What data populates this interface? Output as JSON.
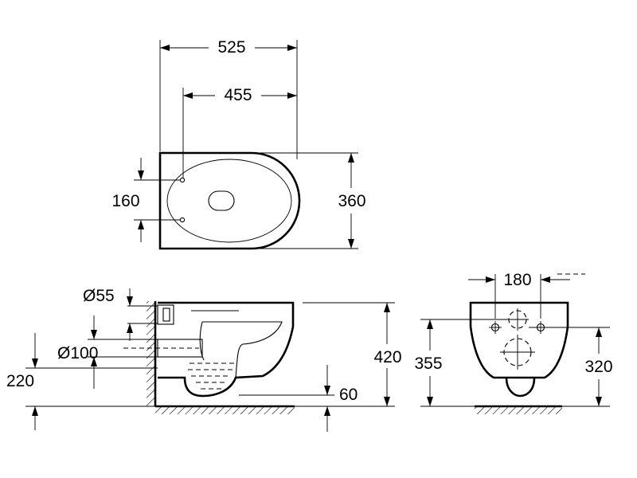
{
  "top_view": {
    "overall_length": "525",
    "hole_to_front": "455",
    "mounting_hole_spacing": "160",
    "width": "360"
  },
  "side_view": {
    "inlet_diameter": "Ø55",
    "outlet_diameter": "Ø100",
    "outlet_height": "220",
    "rim_height": "420",
    "clearance": "60"
  },
  "rear_view": {
    "bolt_spacing": "180",
    "bolt_height": "355",
    "outlet_height": "320"
  },
  "colors": {
    "line": "#000000",
    "background": "#ffffff"
  }
}
